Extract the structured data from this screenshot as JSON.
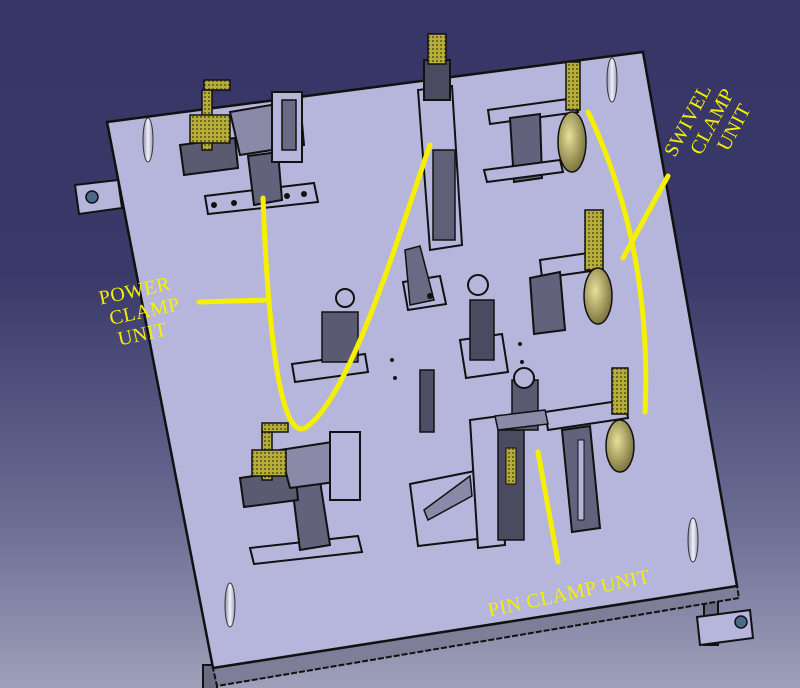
{
  "viewport": {
    "background_top": "#363566",
    "background_bottom": "#9fa0ba",
    "plate_color": "#b6b6dc",
    "outline_color": "#111111",
    "clamp_color": "#a8a030",
    "steel_color": "#5a5a72",
    "annotation_color": "#f5f000"
  },
  "annotations": {
    "power_clamp": {
      "lines": [
        "POWER",
        "CLAMP",
        "UNIT"
      ]
    },
    "swivel_clamp": {
      "lines": [
        "SWIVEL",
        "CLAMP",
        "UNIT"
      ]
    },
    "pin_clamp": {
      "text": "PIN CLAMP UNIT"
    }
  }
}
